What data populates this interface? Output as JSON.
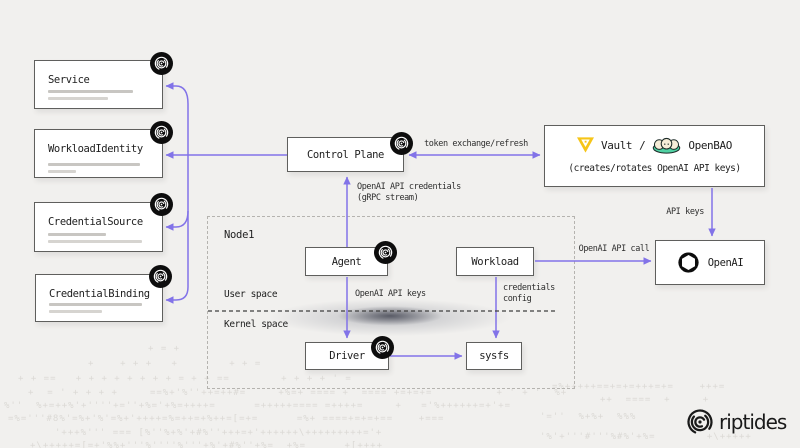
{
  "canvas": {
    "bg": "#f1f0ee",
    "accent": "#8273e8",
    "kernel_line_color": "#3f3f3f"
  },
  "resources": [
    {
      "label": "Service"
    },
    {
      "label": "WorkloadIdentity"
    },
    {
      "label": "CredentialSource"
    },
    {
      "label": "CredentialBinding"
    }
  ],
  "control_plane": {
    "label": "Control Plane"
  },
  "vault": {
    "vault_label": "Vault",
    "separator": "/",
    "openbao_label": "OpenBAO",
    "subtitle": "(creates/rotates OpenAI API keys)"
  },
  "openai": {
    "label": "OpenAI"
  },
  "node1": {
    "title": "Node1",
    "user_space_label": "User space",
    "kernel_space_label": "Kernel space",
    "agent": {
      "label": "Agent"
    },
    "workload": {
      "label": "Workload"
    },
    "driver": {
      "label": "Driver"
    },
    "sysfs": {
      "label": "sysfs"
    }
  },
  "edges": {
    "token_exchange": "token exchange/refresh",
    "api_keys": "API keys",
    "openai_api_call": "OpenAI API call",
    "credentials_config_line1": "credentials",
    "credentials_config_line2": "config",
    "openai_api_keys": "OpenAI API keys",
    "grpc_line1": "OpenAI API credentials",
    "grpc_line2": "(gRPC stream)"
  },
  "brand": {
    "wordmark": "riptides"
  },
  "icons": {
    "badge": "riptides-fingerprint-mark",
    "vault": "vault-triangle",
    "openbao": "openbao-buns-plate",
    "openai": "openai-knot",
    "brand": "riptides-fingerprint-mark"
  },
  "ascii": [
    "+ = +",
    "+    + + +   +        + + =",
    "+ + ==   + + + + + + + + = + + ==        + + + + ' =",
    "+  = ' + + + +     ==%+'%''++=++#=     +%=+ ==== +  ==== +=+=+=          + ' + '  %+",
    "%''  %+=++%'+''''+=''+%='+%=++++=      =+++++==== =++++=     +   ='%++++++=+'+=",
    "=%='''#8%'=%+'%'=%+'++++=%=++=+%++=[=+=      =%+ ====+=+=+==    +===",
    "'+++%''' === [%''%+%'+#%''+++=+'++++++\\+++++++++='+",
    "+\\+++++=[=+'%%+'''%''''%'''+%'+#%''+%=  +%=      +[++++",
    "=%+++++==+=+=+++=+=    +++=",
    "'=''  %+%+  %%%",
    "'%'+'''#'''%#%'+%=        +\\+++++",
    "++  ====  +     +"
  ]
}
